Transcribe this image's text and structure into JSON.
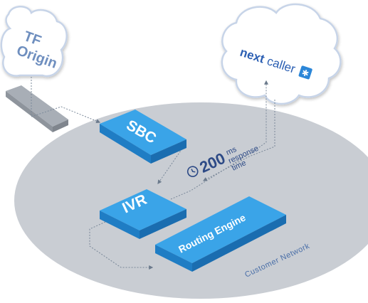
{
  "diagram": {
    "origin": {
      "line1": "TF",
      "line2": "Origin"
    },
    "brand": {
      "part1": "next",
      "part2": "caller",
      "badge_icon": "star-icon"
    },
    "blocks": {
      "sbc": "SBC",
      "ivr": "IVR",
      "routing": "Routing Engine"
    },
    "response": {
      "value": "200",
      "unit": "ms",
      "line2": "response",
      "line3": "time"
    },
    "network_label": "Customer Network",
    "colors": {
      "block": "#3aa4e8",
      "block_side": "#1f7dc4",
      "ellipse": "#c9cdd3",
      "cloud_stroke": "#c7d4e8",
      "origin_text": "#6f8fbf",
      "brand": "#2b5fb3",
      "connector": "#7a8899"
    }
  }
}
